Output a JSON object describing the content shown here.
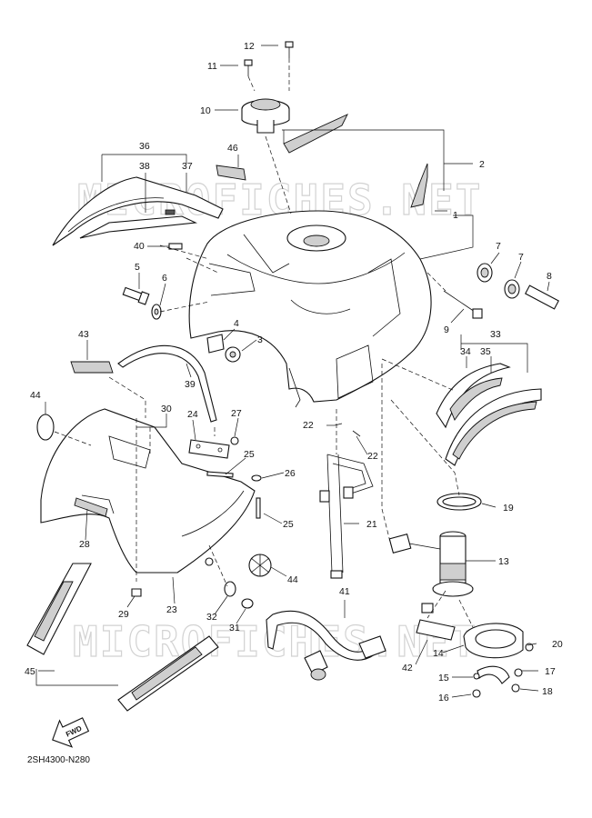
{
  "diagram": {
    "drawing_code": "2SH4300-N280",
    "fwd_label": "FWD",
    "watermarks": [
      "MICROFICHES.NET",
      "MICROFICHES.NET"
    ],
    "callouts": [
      "1",
      "2",
      "3",
      "4",
      "5",
      "6",
      "7",
      "7",
      "8",
      "9",
      "10",
      "11",
      "12",
      "13",
      "14",
      "15",
      "16",
      "17",
      "18",
      "19",
      "20",
      "21",
      "22",
      "22",
      "23",
      "24",
      "25",
      "25",
      "26",
      "27",
      "28",
      "29",
      "30",
      "31",
      "32",
      "33",
      "34",
      "35",
      "36",
      "37",
      "38",
      "39",
      "40",
      "41",
      "42",
      "43",
      "44",
      "44",
      "45",
      "46"
    ]
  }
}
